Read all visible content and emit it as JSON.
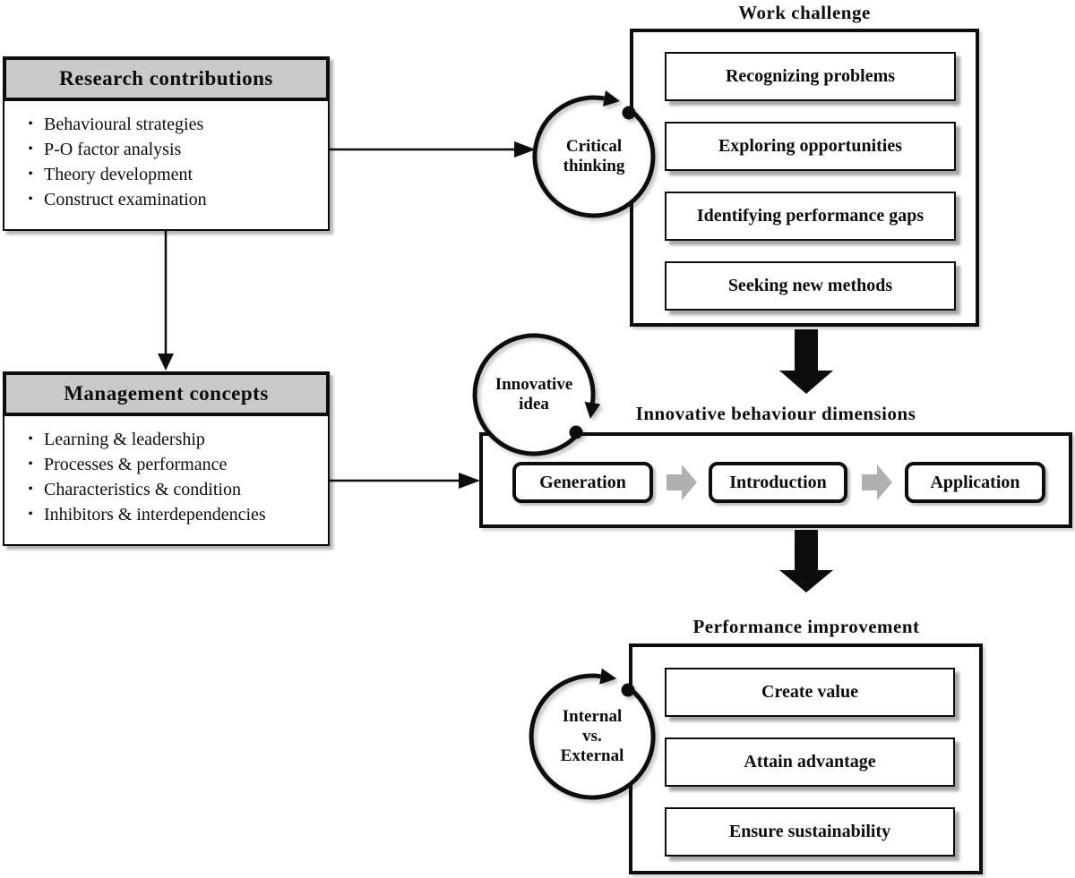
{
  "colors": {
    "header_fill": "#c9c9c9",
    "line_black": "#0d0d0d",
    "gray_arrow": "#b0b0b0"
  },
  "research_contributions": {
    "title": "Research contributions",
    "items": [
      "Behavioural strategies",
      "P-O factor analysis",
      "Theory development",
      "Construct examination"
    ]
  },
  "management_concepts": {
    "title": "Management concepts",
    "items": [
      "Learning & leadership",
      "Processes & performance",
      "Characteristics & condition",
      "Inhibitors & interdependencies"
    ]
  },
  "work_challenge": {
    "title": "Work challenge",
    "items": [
      "Recognizing problems",
      "Exploring opportunities",
      "Identifying performance gaps",
      "Seeking new methods"
    ]
  },
  "critical_thinking": {
    "line1": "Critical",
    "line2": "thinking"
  },
  "innovative_idea": {
    "line1": "Innovative",
    "line2": "idea"
  },
  "innovative_dimensions": {
    "title": "Innovative behaviour dimensions",
    "stages": [
      "Generation",
      "Introduction",
      "Application"
    ]
  },
  "performance_improvement": {
    "title": "Performance improvement",
    "items": [
      "Create value",
      "Attain advantage",
      "Ensure sustainability"
    ]
  },
  "internal_external": {
    "line1": "Internal",
    "line2": "vs.",
    "line3": "External"
  }
}
